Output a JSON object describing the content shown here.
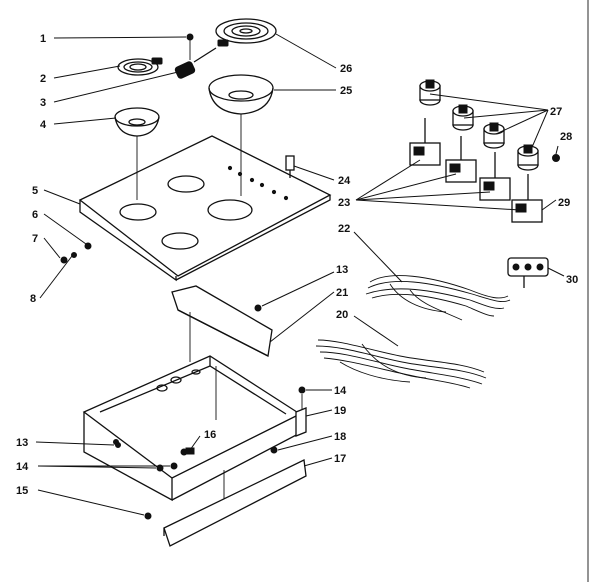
{
  "diagram": {
    "callouts": [
      {
        "id": "c1",
        "text": "1"
      },
      {
        "id": "c2",
        "text": "2"
      },
      {
        "id": "c3",
        "text": "3"
      },
      {
        "id": "c4",
        "text": "4"
      },
      {
        "id": "c5",
        "text": "5"
      },
      {
        "id": "c6",
        "text": "6"
      },
      {
        "id": "c7",
        "text": "7"
      },
      {
        "id": "c8",
        "text": "8"
      },
      {
        "id": "c13a",
        "text": "13"
      },
      {
        "id": "c13b",
        "text": "13"
      },
      {
        "id": "c14a",
        "text": "14"
      },
      {
        "id": "c14b",
        "text": "14"
      },
      {
        "id": "c15",
        "text": "15"
      },
      {
        "id": "c16",
        "text": "16"
      },
      {
        "id": "c17",
        "text": "17"
      },
      {
        "id": "c18",
        "text": "18"
      },
      {
        "id": "c19",
        "text": "19"
      },
      {
        "id": "c20",
        "text": "20"
      },
      {
        "id": "c21",
        "text": "21"
      },
      {
        "id": "c22",
        "text": "22"
      },
      {
        "id": "c23",
        "text": "23"
      },
      {
        "id": "c24",
        "text": "24"
      },
      {
        "id": "c25",
        "text": "25"
      },
      {
        "id": "c26",
        "text": "26"
      },
      {
        "id": "c27",
        "text": "27"
      },
      {
        "id": "c28",
        "text": "28"
      },
      {
        "id": "c29",
        "text": "29"
      },
      {
        "id": "c30",
        "text": "30"
      }
    ]
  }
}
